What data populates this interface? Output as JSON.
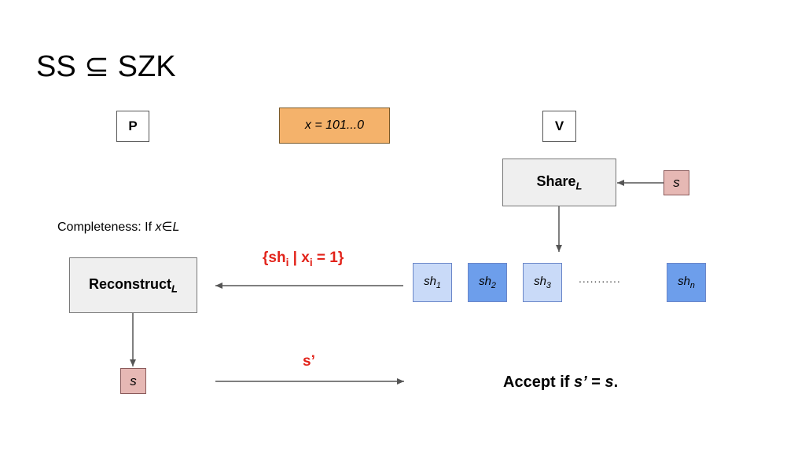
{
  "title": {
    "left": "SS",
    "symbol": "⊆",
    "right": "SZK"
  },
  "prover_label": "P",
  "verifier_label": "V",
  "input": {
    "text": "x = 101...0",
    "color": "#f4b26b"
  },
  "share_algo": {
    "name": "Share",
    "sub": "L"
  },
  "reconstruct_algo": {
    "name": "Reconstruct",
    "sub": "L"
  },
  "secret_verifier": {
    "text": "s",
    "color": "#e6b8b4"
  },
  "secret_prover": {
    "text": "s",
    "color": "#e6b8b4"
  },
  "completeness": {
    "prefix": "Completeness: If ",
    "x": "x",
    "in": "∈",
    "L": "L"
  },
  "message_shares": {
    "open": "{sh",
    "sub1": "i",
    "mid": " | x",
    "sub2": "i",
    "close": " = 1}"
  },
  "message_secret": "s’",
  "shares": [
    {
      "base": "sh",
      "sub": "1",
      "color": "#c9daf8"
    },
    {
      "base": "sh",
      "sub": "2",
      "color": "#6d9eeb"
    },
    {
      "base": "sh",
      "sub": "3",
      "color": "#c9daf8"
    },
    {
      "base": "sh",
      "sub": "n",
      "color": "#6d9eeb"
    }
  ],
  "ellipsis": "...........",
  "accept": {
    "prefix": "Accept if ",
    "s_prime": "s’",
    "equals": " = ",
    "s": "s",
    "period": "."
  },
  "colors": {
    "message_red": "#e2231a",
    "algo_box": "#efefef",
    "arrow": "#555555"
  }
}
